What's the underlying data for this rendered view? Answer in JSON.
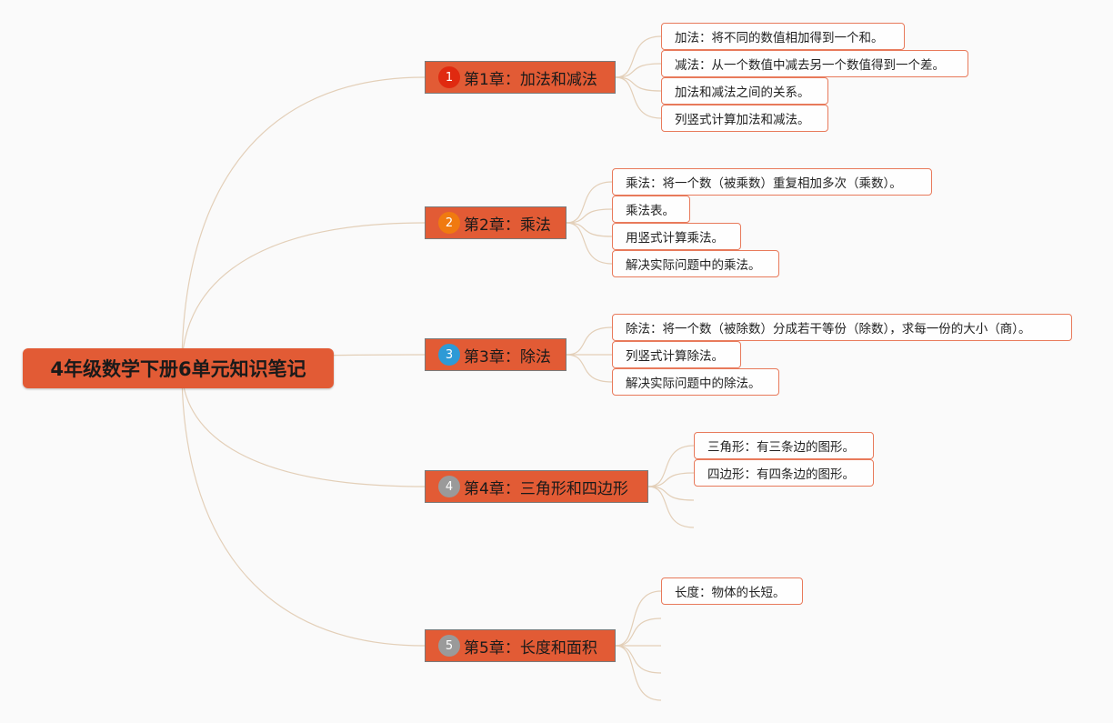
{
  "root": {
    "title": "4年级数学下册6单元知识笔记"
  },
  "chapters": [
    {
      "number": "1",
      "badge_color": "#e02a10",
      "label": "第1章：加法和减法",
      "notes": [
        "加法：将不同的数值相加得到一个和。",
        "减法：从一个数值中减去另一个数值得到一个差。",
        "加法和减法之间的关系。",
        "列竖式计算加法和减法。"
      ]
    },
    {
      "number": "2",
      "badge_color": "#f07a10",
      "label": "第2章：乘法",
      "notes": [
        "乘法：将一个数（被乘数）重复相加多次（乘数）。",
        "乘法表。",
        "用竖式计算乘法。",
        "解决实际问题中的乘法。"
      ]
    },
    {
      "number": "3",
      "badge_color": "#2e9ad6",
      "label": "第3章：除法",
      "notes": [
        "除法：将一个数（被除数）分成若干等份（除数），求每一份的大小（商）。",
        "列竖式计算除法。",
        "解决实际问题中的除法。"
      ]
    },
    {
      "number": "4",
      "badge_color": "#9a9a9a",
      "label": "第4章：三角形和四边形",
      "notes": [
        "三角形：有三条边的图形。",
        "四边形：有四条边的图形。"
      ]
    },
    {
      "number": "5",
      "badge_color": "#9a9a9a",
      "label": "第5章：长度和面积",
      "notes": [
        "长度：物体的长短。"
      ]
    }
  ],
  "colors": {
    "node_fill": "#e25b35",
    "leaf_border": "#e87a5b",
    "link": "#e3cfb8",
    "background": "#fafafa"
  }
}
